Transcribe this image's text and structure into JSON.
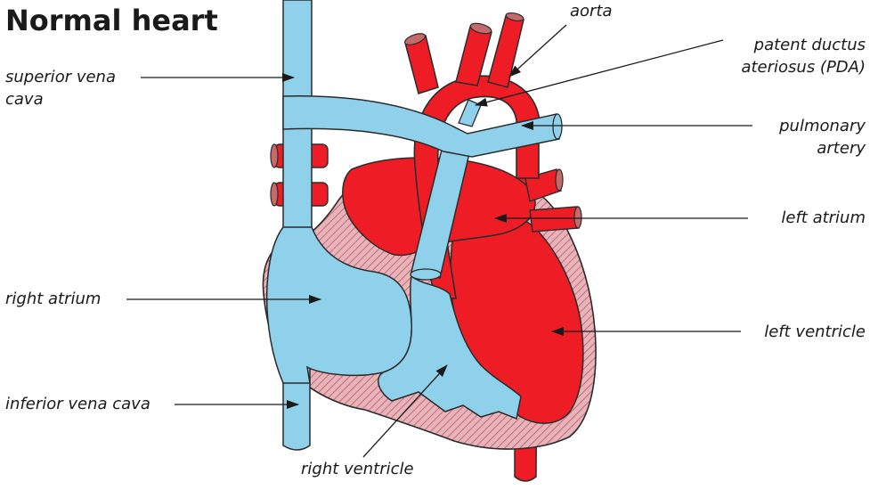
{
  "title": "Normal heart",
  "labels": {
    "superior_vena_cava": "superior vena\ncava",
    "aorta": "aorta",
    "patent_ductus_arteriosus": "patent ductus\nateriosus (PDA)",
    "pulmonary_artery": "pulmonary\nartery",
    "left_atrium": "left atrium",
    "right_atrium": "right atrium",
    "left_ventricle": "left ventricle",
    "inferior_vena_cava": "inferior vena cava",
    "right_ventricle": "right ventricle"
  },
  "colors": {
    "oxygenated_red": "#ee1c24",
    "deoxygenated_blue": "#8fd0ea",
    "muscle_pink": "#d99aa2",
    "outline": "#2b2b2b"
  }
}
